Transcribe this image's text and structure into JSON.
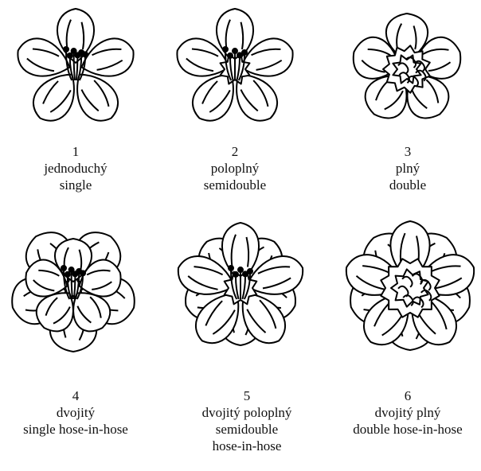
{
  "flowers": [
    {
      "number": "1",
      "czech": "jednoduchý",
      "english": "single"
    },
    {
      "number": "2",
      "czech": "poloplný",
      "english": "semidouble"
    },
    {
      "number": "3",
      "czech": "plný",
      "english": "double"
    },
    {
      "number": "4",
      "czech": "dvojitý",
      "english": "single hose-in-hose"
    },
    {
      "number": "5",
      "czech": "dvojitý poloplný",
      "english": "semidouble",
      "english2": "hose-in-hose"
    },
    {
      "number": "6",
      "czech": "dvojitý plný",
      "english": "double hose-in-hose"
    }
  ],
  "icons": [
    "single-flower-icon",
    "semidouble-flower-icon",
    "double-flower-icon",
    "single-hose-in-hose-flower-icon",
    "semidouble-hose-in-hose-flower-icon",
    "double-hose-in-hose-flower-icon"
  ]
}
